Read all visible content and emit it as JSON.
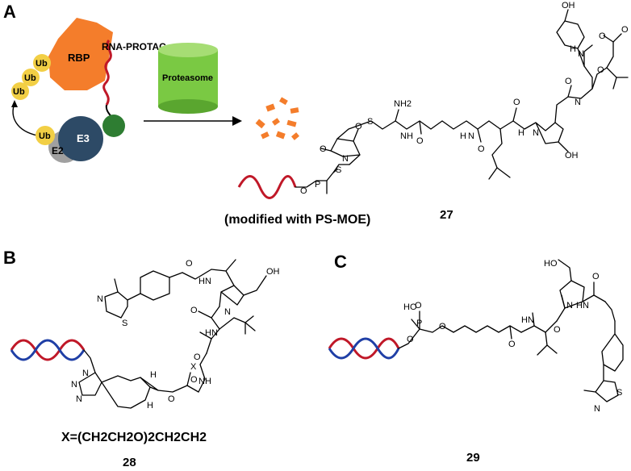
{
  "panels": {
    "a": "A",
    "b": "B",
    "c": "C"
  },
  "panel_a": {
    "ub_labels": [
      "Ub",
      "Ub",
      "Ub",
      "Ub"
    ],
    "rbp": "RBP",
    "rna_protac": "RNA-PROTAC",
    "e2": "E2",
    "e3": "E3",
    "proteasome": "Proteasome",
    "modified_note": "(modified with PS-MOE)",
    "compound_number": "27",
    "colors": {
      "ub": "#f2cf45",
      "rbp": "#f47d2b",
      "e3": "#2d4a66",
      "e2": "#a0a0a0",
      "ligand": "#2e7d32",
      "proteasome": "#7ac943",
      "rna": "#c01828"
    }
  },
  "panel_b": {
    "x_definition": "X=(CH2CH2O)2CH2CH2",
    "compound_number": "28",
    "colors": {
      "strand1": "#c01828",
      "strand2": "#1f3fa6"
    }
  },
  "panel_c": {
    "compound_number": "29"
  },
  "atoms": {
    "c27": [
      "OH",
      "O",
      "O",
      "H",
      "N",
      "NH2",
      "S",
      "O",
      "N",
      "O",
      "O",
      "O",
      "P",
      "S",
      "N",
      "H",
      "O",
      "H",
      "N",
      "O",
      "N",
      "H",
      "O",
      "N",
      "O",
      "OH"
    ],
    "c28": [
      "O",
      "H",
      "N",
      "OH",
      "N",
      "S",
      "N",
      "O",
      "N",
      "H",
      "O",
      "X",
      "N",
      "H",
      "N",
      "N",
      "N",
      "O",
      "O",
      "H",
      "H"
    ],
    "c29": [
      "HO",
      "O",
      "P",
      "O",
      "HO",
      "O",
      "O",
      "N",
      "H",
      "O",
      "N",
      "O",
      "H",
      "N",
      "S",
      "N"
    ]
  }
}
